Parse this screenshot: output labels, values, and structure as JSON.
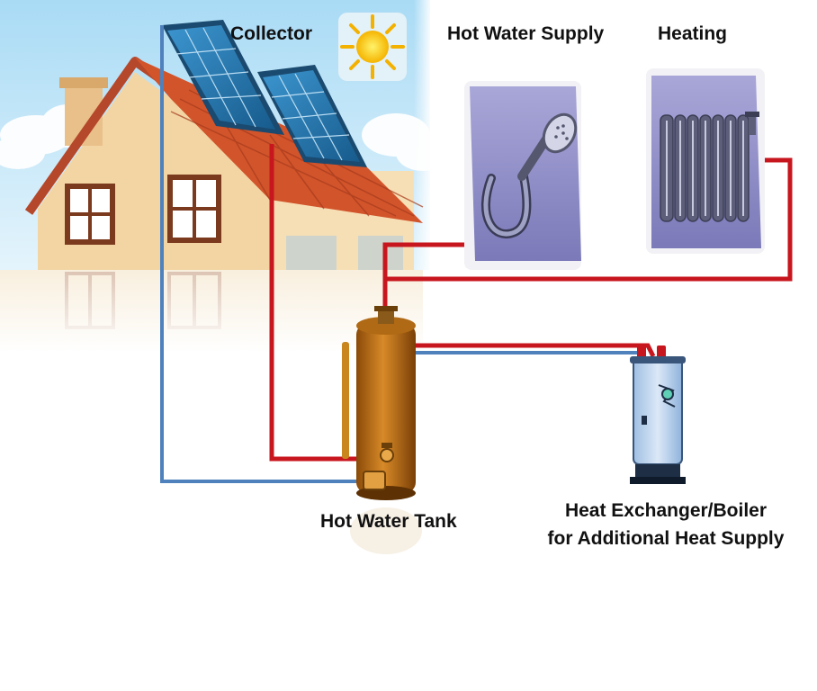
{
  "labels": {
    "collector": "Collector",
    "hot_water_supply": "Hot Water Supply",
    "heating": "Heating",
    "hot_water_tank": "Hot Water Tank",
    "boiler_line1": "Heat Exchanger/Boiler",
    "boiler_line2": "for Additional Heat Supply"
  },
  "colors": {
    "hot_pipe": "#c8161e",
    "cold_pipe": "#4f81bd",
    "sky": "#bfe4f7",
    "house_wall": "#f3d5a4",
    "roof": "#d2542b",
    "solar_panel": "#1f6fa8",
    "tank": "#b46b10",
    "boiler": "#c3d7ef",
    "fixture_panel": "#8e8cc4"
  },
  "icons": [
    "sun-icon",
    "shower-head-icon",
    "radiator-icon",
    "water-tank-icon",
    "boiler-icon",
    "solar-panel-icon",
    "house-icon"
  ]
}
